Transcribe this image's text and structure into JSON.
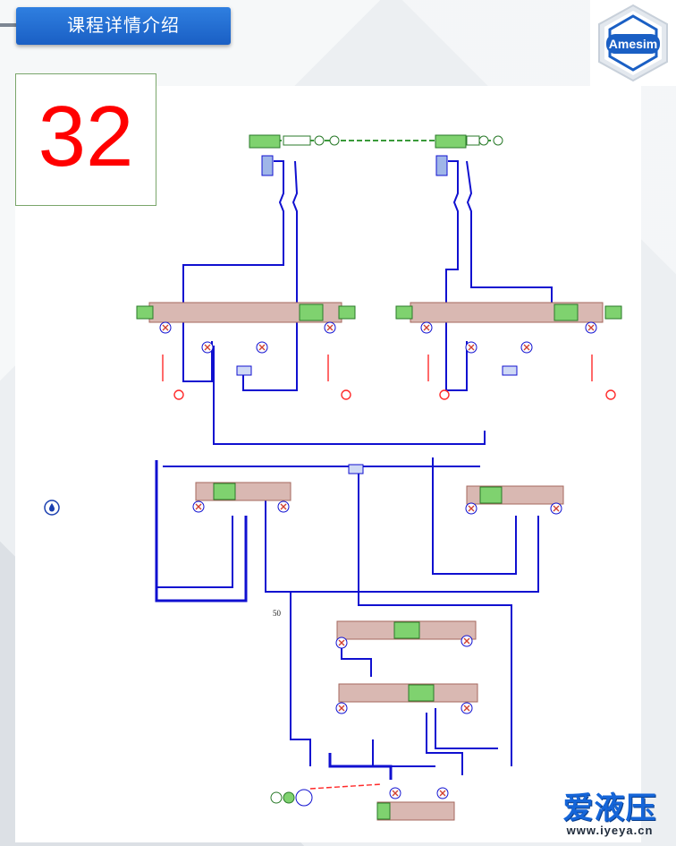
{
  "header": {
    "title": "课程详情介绍"
  },
  "slide_number": "32",
  "brand": {
    "logo_text": "Amesim",
    "accent": "#1a5fc4"
  },
  "diagram": {
    "annotation": "50"
  },
  "watermark": {
    "name": "爱液压",
    "url": "www.iyeya.cn"
  },
  "colors": {
    "hydraulic_line": "#1010d0",
    "valve_block": "#c9a59f",
    "valve_frame": "#a5675e",
    "actuator": "#7fd26f",
    "signal_line": "#ff2a2a",
    "number": "#ff0000"
  }
}
